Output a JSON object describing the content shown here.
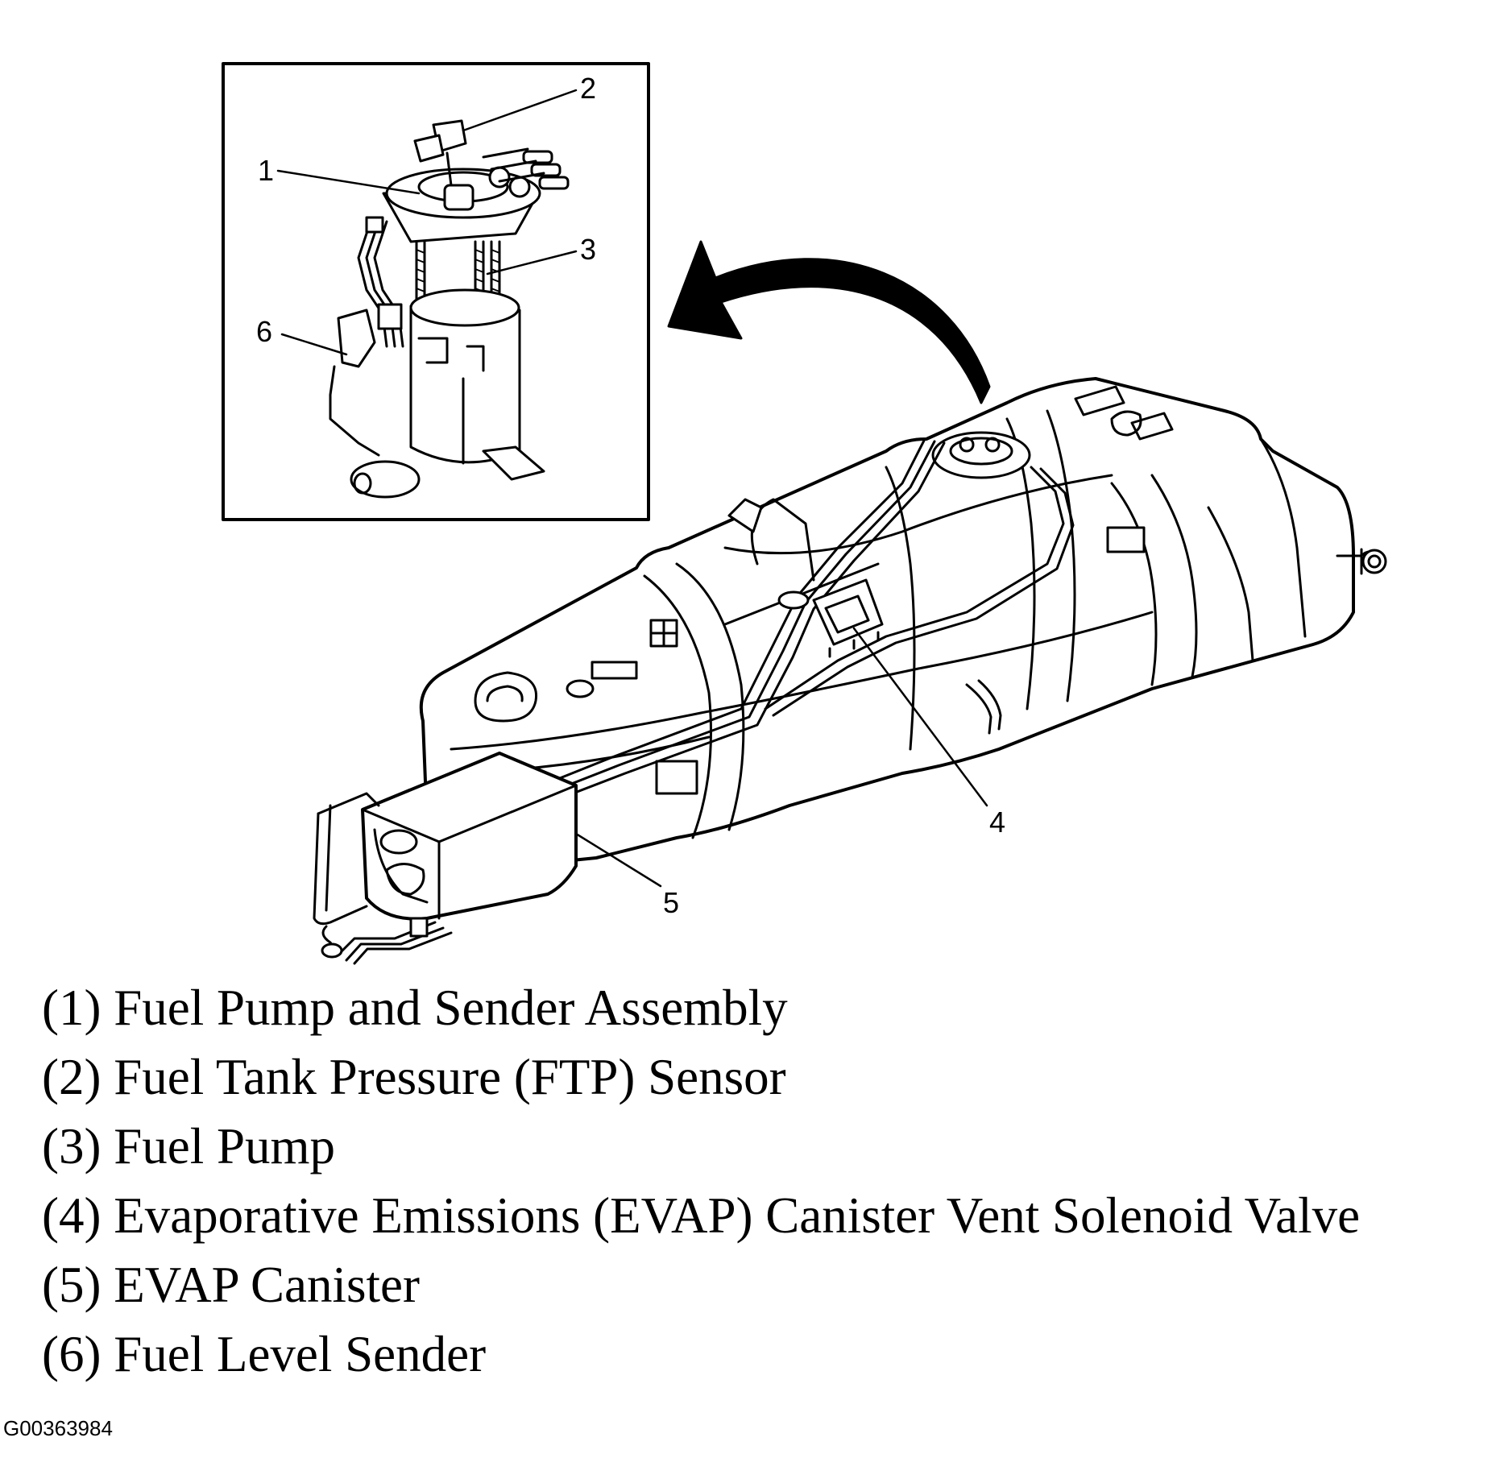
{
  "callouts": [
    "1",
    "2",
    "3",
    "4",
    "5",
    "6"
  ],
  "legend": [
    "(1) Fuel Pump and Sender Assembly",
    "(2) Fuel Tank Pressure (FTP) Sensor",
    "(3) Fuel Pump",
    "(4) Evaporative Emissions (EVAP) Canister Vent Solenoid Valve",
    "(5) EVAP Canister",
    "(6) Fuel Level Sender"
  ],
  "figure_code": "G00363984"
}
